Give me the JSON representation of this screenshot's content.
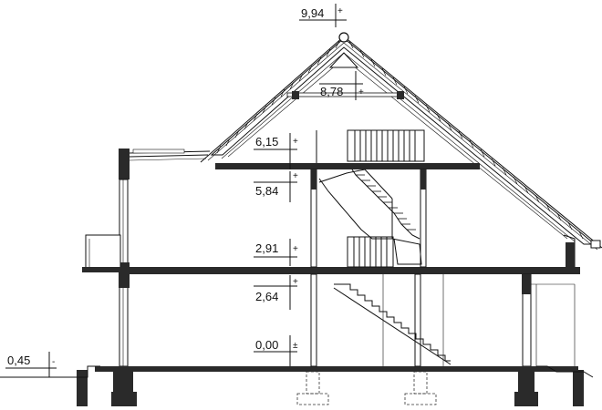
{
  "drawing": {
    "type": "building cross-section",
    "levels": [
      {
        "id": "ridge",
        "sign": "+",
        "value": "9,94"
      },
      {
        "id": "attic-floor-top",
        "sign": "+",
        "value": "8,78"
      },
      {
        "id": "attic-slab",
        "sign": "+",
        "value": "6,15"
      },
      {
        "id": "attic-ceiling",
        "sign": "+",
        "value": "5,84"
      },
      {
        "id": "first-floor",
        "sign": "+",
        "value": "2,91"
      },
      {
        "id": "ground-ceiling",
        "sign": "+",
        "value": "2,64"
      },
      {
        "id": "ground-floor",
        "sign": "±",
        "value": "0,00"
      },
      {
        "id": "terrain",
        "sign": "-",
        "value": "0,45"
      }
    ]
  }
}
